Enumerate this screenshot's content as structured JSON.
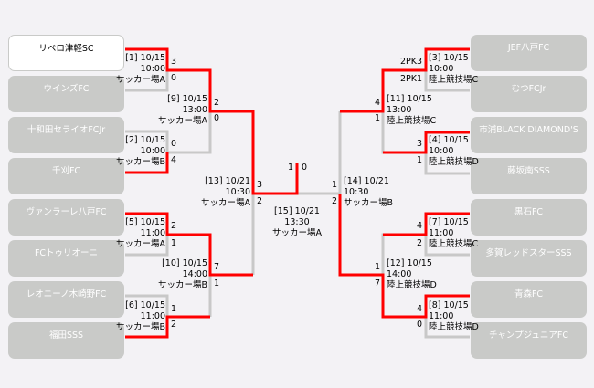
{
  "colors": {
    "winner_line": "#ff0000",
    "line": "#c8c8c8",
    "team_box": "#c9cac8"
  },
  "teams_left": [
    "リベロ津軽SC",
    "ウインズFC",
    "十和田セライオFCJr",
    "千刈FC",
    "ヴァンラーレ八戸FC",
    "FCトゥリオーニ",
    "レオニーノ木崎野FC",
    "福田SSS"
  ],
  "teams_right": [
    "JEF八戸FC",
    "むつFCJr",
    "市浦BLACK DIAMOND'S",
    "藤坂南SSS",
    "黒石FC",
    "多賀レッドスターSSS",
    "青森FC",
    "チャンプジュニアFC"
  ],
  "matches": {
    "m1": {
      "label": "[1] 10/15",
      "time": "10:00",
      "venue": "サッカー場A",
      "s1": "3",
      "s2": "0"
    },
    "m2": {
      "label": "[2] 10/15",
      "time": "10:00",
      "venue": "サッカー場B",
      "s1": "0",
      "s2": "4"
    },
    "m3": {
      "label": "[3] 10/15",
      "time": "10:00",
      "venue": "陸上競技場C",
      "s1": "2PK3",
      "s2": "2PK1"
    },
    "m4": {
      "label": "[4] 10/15",
      "time": "10:00",
      "venue": "陸上競技場D",
      "s1": "3",
      "s2": "1"
    },
    "m5": {
      "label": "[5] 10/15",
      "time": "11:00",
      "venue": "サッカー場A",
      "s1": "2",
      "s2": "1"
    },
    "m6": {
      "label": "[6] 10/15",
      "time": "11:00",
      "venue": "サッカー場B",
      "s1": "1",
      "s2": "2"
    },
    "m7": {
      "label": "[7] 10/15",
      "time": "11:00",
      "venue": "陸上競技場C",
      "s1": "4",
      "s2": "2"
    },
    "m8": {
      "label": "[8] 10/15",
      "time": "11:00",
      "venue": "陸上競技場D",
      "s1": "4",
      "s2": "0"
    },
    "m9": {
      "label": "[9] 10/15",
      "time": "13:00",
      "venue": "サッカー場A",
      "s1": "2",
      "s2": "0"
    },
    "m10": {
      "label": "[10] 10/15",
      "time": "14:00",
      "venue": "サッカー場B",
      "s1": "7",
      "s2": "1"
    },
    "m11": {
      "label": "[11] 10/15",
      "time": "13:00",
      "venue": "陸上競技場C",
      "s1": "4",
      "s2": "1"
    },
    "m12": {
      "label": "[12] 10/15",
      "time": "14:00",
      "venue": "陸上競技場D",
      "s1": "1",
      "s2": "7"
    },
    "m13": {
      "label": "[13] 10/21",
      "time": "10:30",
      "venue": "サッカー場A",
      "s1": "3",
      "s2": "2"
    },
    "m14": {
      "label": "[14] 10/21",
      "time": "10:30",
      "venue": "サッカー場B",
      "s1": "1",
      "s2": "2"
    },
    "m15": {
      "label": "[15] 10/21",
      "time": "13:30",
      "venue": "サッカー場A",
      "s1": "1",
      "s2": "0"
    }
  }
}
